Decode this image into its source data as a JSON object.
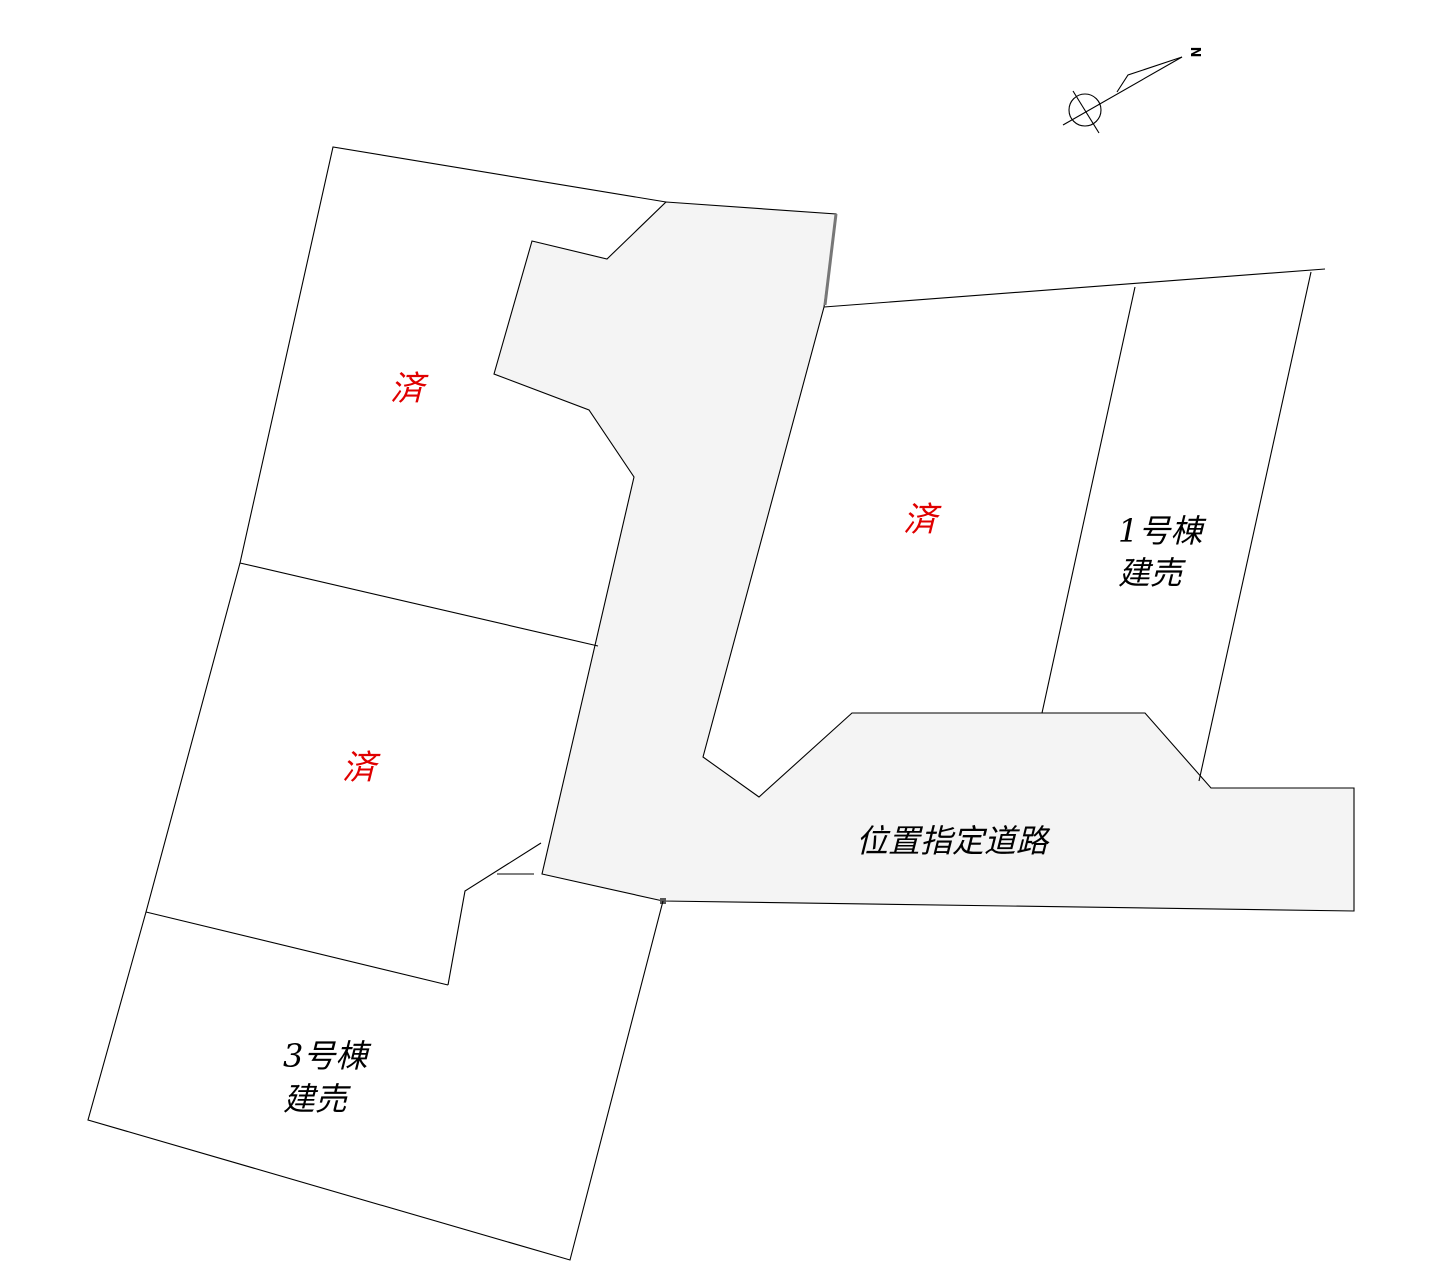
{
  "compass": {
    "north_label": "N"
  },
  "lots": {
    "north_west": {
      "status_text": "済",
      "status_color": "#e00000"
    },
    "middle_west": {
      "status_text": "済",
      "status_color": "#e00000"
    },
    "south_west": {
      "name_line1": "3号棟",
      "name_line2": "建売"
    },
    "east_center": {
      "status_text": "済",
      "status_color": "#e00000"
    },
    "east_edge": {
      "name_line1": "1号棟",
      "name_line2": "建売"
    }
  },
  "road": {
    "label": "位置指定道路",
    "fill_color": "#f4f4f4"
  }
}
